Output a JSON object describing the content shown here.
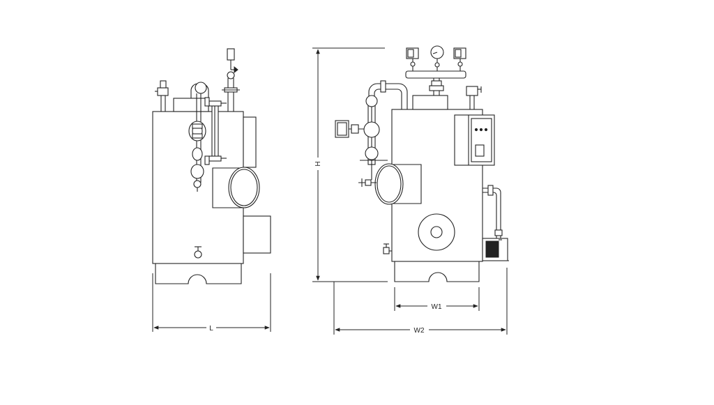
{
  "diagram": {
    "line_color": "#222222",
    "background": "#ffffff",
    "dimensions": {
      "length_label": "L",
      "height_label": "H",
      "width1_label": "W1",
      "width2_label": "W2"
    }
  }
}
